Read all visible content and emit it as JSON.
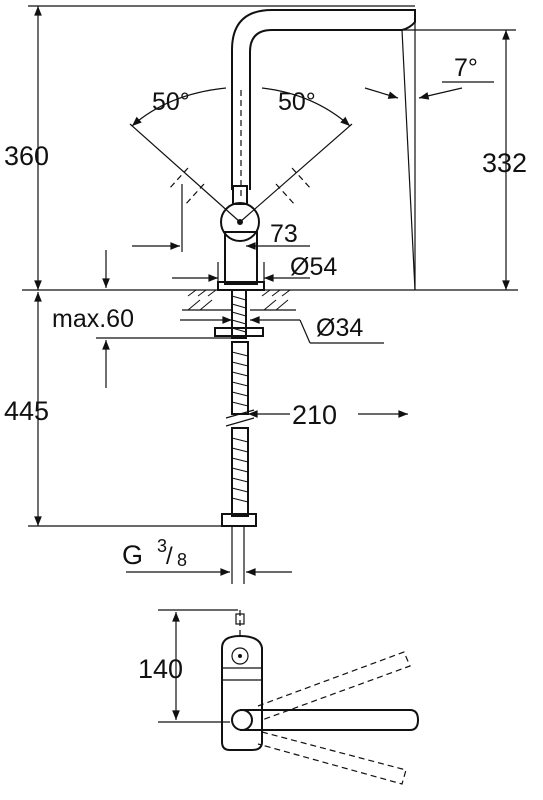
{
  "dimensions": {
    "height_total": "360",
    "height_spout": "332",
    "angle_spout": "7°",
    "angle_left": "50°",
    "angle_right": "50°",
    "lever_height": "73",
    "base_diameter": "Ø54",
    "max_thickness": "max.60",
    "hole_diameter": "Ø34",
    "hose_length": "445",
    "reach": "210",
    "thread_g": "G",
    "thread_num": "3",
    "thread_den": "8",
    "plan_dimension": "140"
  }
}
